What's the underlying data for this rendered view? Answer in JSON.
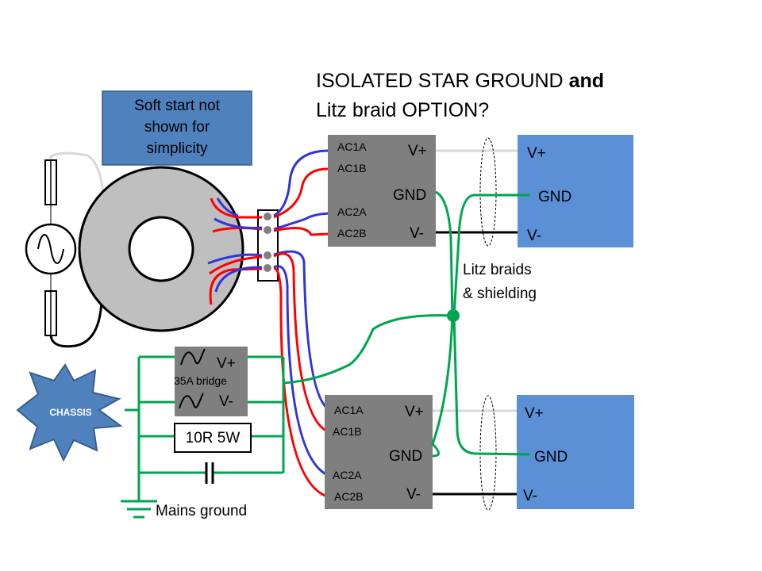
{
  "title": {
    "line1_plain": "ISOLATED STAR GROUND ",
    "line1_bold": "and",
    "line2": "Litz braid OPTION?"
  },
  "note_box": {
    "lines": [
      "Soft start not",
      "shown for",
      "simplicity"
    ],
    "fill": "#4f81bd"
  },
  "rectifier_top": {
    "pins": [
      "AC1A",
      "AC1B",
      "AC2A",
      "AC2B"
    ],
    "outputs": [
      "V+",
      "GND",
      "V-"
    ]
  },
  "rectifier_bottom": {
    "pins": [
      "AC1A",
      "AC1B",
      "AC2A",
      "AC2B"
    ],
    "outputs": [
      "V+",
      "GND",
      "V-"
    ]
  },
  "load_top": {
    "labels": [
      "V+",
      "GND",
      "V-"
    ]
  },
  "load_bottom": {
    "labels": [
      "V+",
      "GND",
      "V-"
    ]
  },
  "litz_label": [
    "Litz braids",
    "& shielding"
  ],
  "bridge": {
    "vplus": "V+",
    "name": "35A bridge",
    "vminus": "V-"
  },
  "resistor": "10R 5W",
  "chassis": "CHASSIS",
  "mains_ground": "Mains ground",
  "colors": {
    "module_gray": "#7f7f7f",
    "load_blue": "#5b8fd6",
    "ground_green": "#00a550",
    "wire_red": "#ff0000",
    "wire_blue": "#3333dd",
    "wire_gray": "#d9d9d9",
    "toroid_gray": "#bfbfbf"
  }
}
